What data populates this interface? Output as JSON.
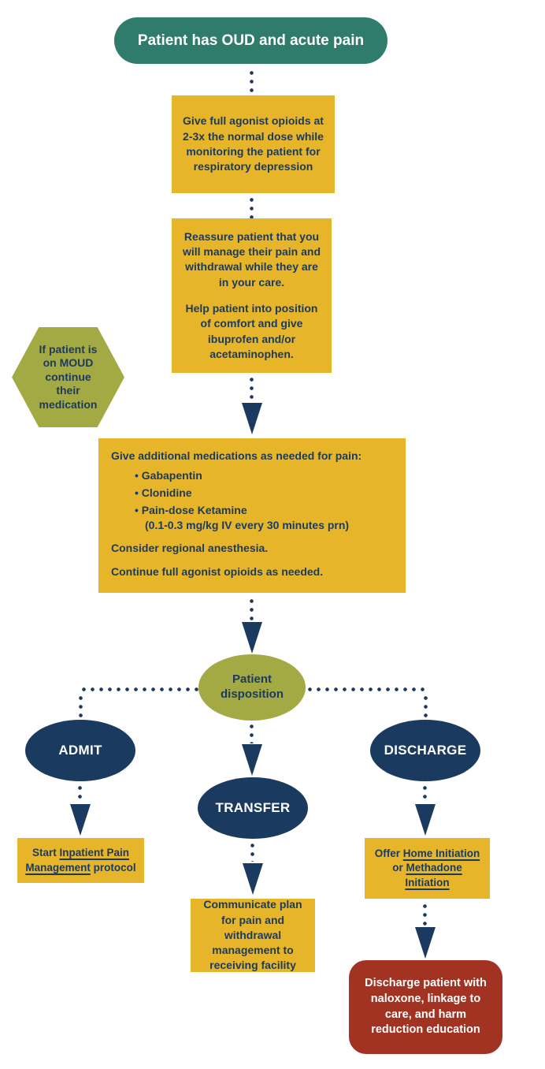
{
  "title": "OUD and acute pain flowchart",
  "colors": {
    "teal": "#2f7c6d",
    "mustard": "#e7b529",
    "olive": "#a3aa44",
    "navy": "#1b3a5f",
    "brick_red": "#a23323",
    "white": "#ffffff"
  },
  "nodes": {
    "start": {
      "label": "Patient has OUD and acute pain"
    },
    "step1": {
      "text": "Give full agonist opioids at 2-3x the normal dose while monitoring the patient for respiratory depression"
    },
    "step2": {
      "para1": "Reassure patient that you will manage their pain and withdrawal while they are in your care.",
      "para2": "Help patient into position of comfort and give ibuprofen and/or acetaminophen."
    },
    "moud_note": {
      "text": "If patient is on MOUD continue their medication"
    },
    "step3": {
      "intro": "Give additional medications as needed for pain:",
      "bullets": [
        {
          "text": "Gabapentin"
        },
        {
          "text": "Clonidine"
        },
        {
          "text": "Pain-dose Ketamine",
          "note": "(0.1-0.3 mg/kg IV every 30 minutes prn)"
        }
      ],
      "consider": "Consider regional anesthesia.",
      "continue": "Continue full agonist opioids as needed."
    },
    "disposition": {
      "label": "Patient disposition"
    },
    "admit": {
      "label": "ADMIT"
    },
    "transfer": {
      "label": "TRANSFER"
    },
    "discharge": {
      "label": "DISCHARGE"
    },
    "admit_action": {
      "prefix": "Start ",
      "link": "Inpatient Pain Management",
      "suffix": " protocol"
    },
    "transfer_action": {
      "text": "Communicate plan for pain and withdrawal management to receiving facility"
    },
    "discharge_action": {
      "prefix": "Offer ",
      "link1": "Home Initiation",
      "middle": " or ",
      "link2": "Methadone Initiation"
    },
    "discharge_final": {
      "text": "Discharge patient with naloxone, linkage to care, and harm reduction education"
    }
  }
}
